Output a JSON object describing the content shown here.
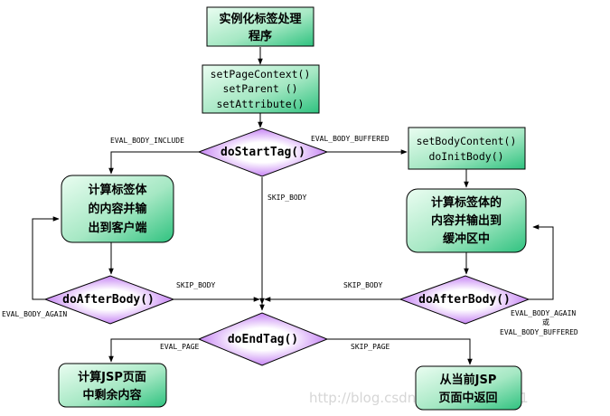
{
  "colors": {
    "box_fill_start": "#e9fbef",
    "box_fill_end": "#2fc27f",
    "diamond_fill_center": "#ffffff",
    "diamond_fill_edge": "#b35bf0",
    "line": "#000000"
  },
  "nodes": {
    "instantiate": [
      "实例化标签处理",
      "程序"
    ],
    "setters": [
      "setPageContext()",
      "setParent ()",
      "setAttribute()"
    ],
    "do_start_tag": "doStartTag()",
    "body_content": [
      "setBodyContent()",
      "doInitBody()"
    ],
    "eval_body_client": [
      "计算标签体",
      "的内容并输",
      "出到客户端"
    ],
    "eval_body_buffer": [
      "计算标签体的",
      "内容并输出到",
      "缓冲区中"
    ],
    "do_after_body_left": "doAfterBody()",
    "do_after_body_right": "doAfterBody()",
    "do_end_tag": "doEndTag()",
    "eval_page": [
      "计算JSP页面",
      "中剩余内容"
    ],
    "return_page": [
      "从当前JSP",
      "页面中返回"
    ]
  },
  "edge_labels": {
    "eval_body_include": "EVAL_BODY_INCLUDE",
    "eval_body_buffered_top": "EVAL_BODY_BUFFERED",
    "skip_body_center": "SKIP_BODY",
    "skip_body_left": "SKIP_BODY",
    "skip_body_right": "SKIP_BODY",
    "eval_body_again_left": "EVAL_BODY_AGAIN",
    "eval_body_again_right": "EVAL_BODY_AGAIN",
    "or": "或",
    "eval_body_buffered_bottom": "EVAL_BODY_BUFFERED",
    "eval_page": "EVAL_PAGE",
    "skip_page": "SKIP_PAGE"
  },
  "watermark": "http://blog.csdn.net/j091220321"
}
